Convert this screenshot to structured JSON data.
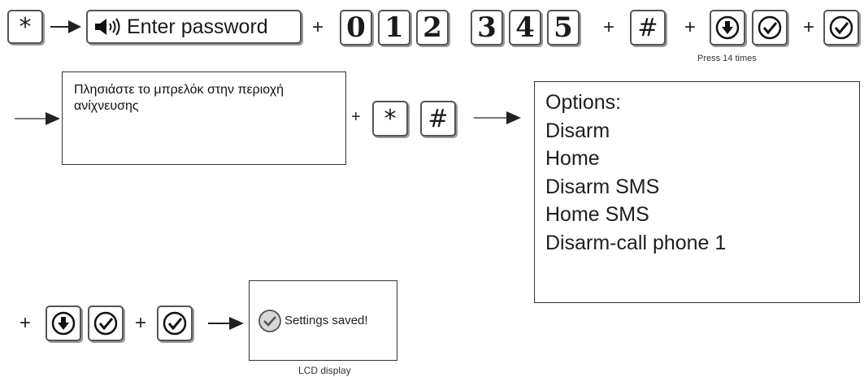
{
  "row1": {
    "star_key": "*",
    "prompt_label": "Enter password",
    "digits": [
      "0",
      "1",
      "2",
      "3",
      "4",
      "5"
    ],
    "hash_key": "#",
    "press_note": "Press 14 times",
    "plus": "+"
  },
  "row2": {
    "message": "Πλησιάστε το μπρελόκ στην περιοχή ανίχνευσης",
    "star_key": "*",
    "hash_key": "#"
  },
  "options": {
    "title": "Options:",
    "items": [
      "Disarm",
      "Home",
      "Disarm SMS",
      "Home SMS",
      "Disarm-call phone 1"
    ]
  },
  "row3": {
    "lcd_message": "Settings saved!",
    "lcd_caption": "LCD display"
  },
  "icons": {
    "speaker": "speaker-icon",
    "down": "down-arrow-icon",
    "confirm": "check-icon",
    "arrow": "right-arrow-icon"
  }
}
